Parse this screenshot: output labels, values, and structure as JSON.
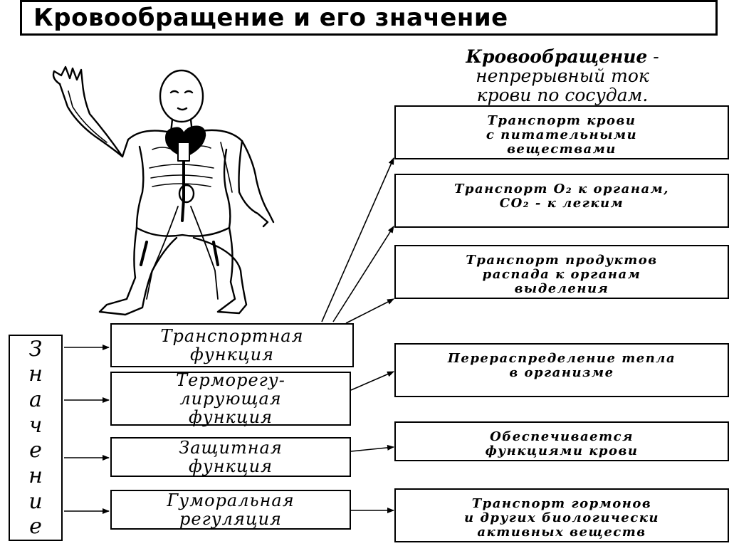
{
  "title": "Кровообращение и его значение",
  "definition": {
    "term": "Кровообращение",
    "line1_rest": " -",
    "line2": "непрерывный ток",
    "line3": "крови по сосудам."
  },
  "side_label": [
    "З",
    "н",
    "а",
    "ч",
    "е",
    "н",
    "и",
    "е"
  ],
  "functions": {
    "transport": [
      "Транспортная",
      "функция"
    ],
    "thermo": [
      "Терморегу-",
      "лирующая",
      "функция"
    ],
    "protective": [
      "Защитная",
      "функция"
    ],
    "humoral": [
      "Гуморальная",
      "регуляция"
    ]
  },
  "descriptions": {
    "nutrients": [
      "Транспорт крови",
      "с питательными",
      "веществами"
    ],
    "gases": [
      "Транспорт O₂ к органам,",
      "CO₂ - к легким"
    ],
    "waste": [
      "Транспорт продуктов",
      "распада к органам",
      "выделения"
    ],
    "heat": [
      "Перераспределение тепла",
      "в организме"
    ],
    "blood_functions": [
      "Обеспечивается",
      "функциями крови"
    ],
    "hormones": [
      "Транспорт гормонов",
      "и других биологически",
      "активных веществ"
    ]
  }
}
